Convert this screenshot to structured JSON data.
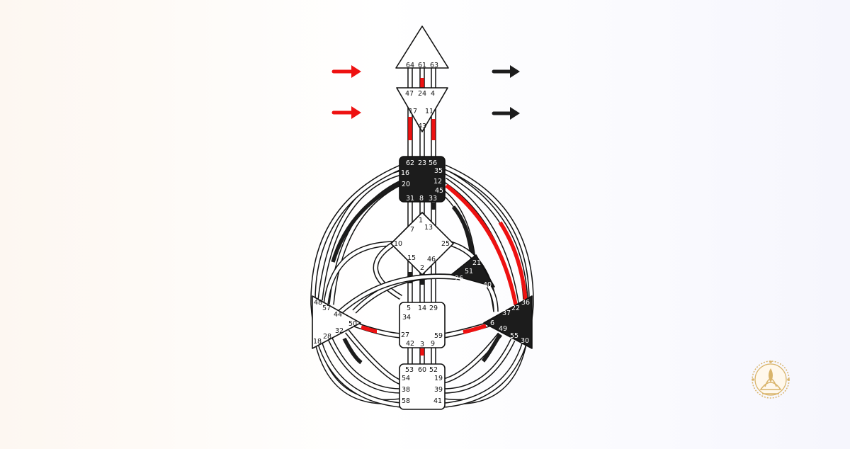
{
  "colors": {
    "background_left": "#fdf7f1",
    "background_right": "#f6f6fd",
    "defined": "#1c1c1c",
    "active_red": "#ee1111",
    "arrow_black": "#1c1c1c",
    "logo_gold": "#d9b46a",
    "outline": "#111111",
    "undefined_fill": "#ffffff"
  },
  "arrows": {
    "left": [
      {
        "color": "red",
        "direction": "right"
      },
      {
        "color": "red",
        "direction": "right"
      }
    ],
    "right": [
      {
        "color": "black",
        "direction": "right"
      },
      {
        "color": "black",
        "direction": "right"
      }
    ]
  },
  "centers": {
    "head": {
      "defined": false,
      "gates": [
        "64",
        "61",
        "63"
      ]
    },
    "ajna": {
      "defined": false,
      "gates": [
        "47",
        "24",
        "4",
        "17",
        "11",
        "43"
      ]
    },
    "throat": {
      "defined": true,
      "gates": [
        "62",
        "23",
        "56",
        "16",
        "35",
        "20",
        "12",
        "45",
        "31",
        "8",
        "33"
      ]
    },
    "g": {
      "defined": false,
      "gates": [
        "1",
        "7",
        "13",
        "10",
        "25",
        "15",
        "46",
        "2"
      ]
    },
    "heart": {
      "defined": true,
      "gates": [
        "21",
        "51",
        "26",
        "40"
      ]
    },
    "spleen": {
      "defined": false,
      "gates": [
        "48",
        "57",
        "44",
        "50",
        "32",
        "28",
        "18"
      ]
    },
    "sacral": {
      "defined": false,
      "gates": [
        "5",
        "14",
        "29",
        "34",
        "27",
        "59",
        "42",
        "3",
        "9"
      ]
    },
    "solar_plexus": {
      "defined": true,
      "gates": [
        "36",
        "22",
        "37",
        "6",
        "49",
        "55",
        "30"
      ]
    },
    "root": {
      "defined": false,
      "gates": [
        "53",
        "60",
        "52",
        "54",
        "19",
        "38",
        "39",
        "58",
        "41"
      ]
    }
  },
  "logo": {
    "icon": "lotus-flame-emblem"
  }
}
